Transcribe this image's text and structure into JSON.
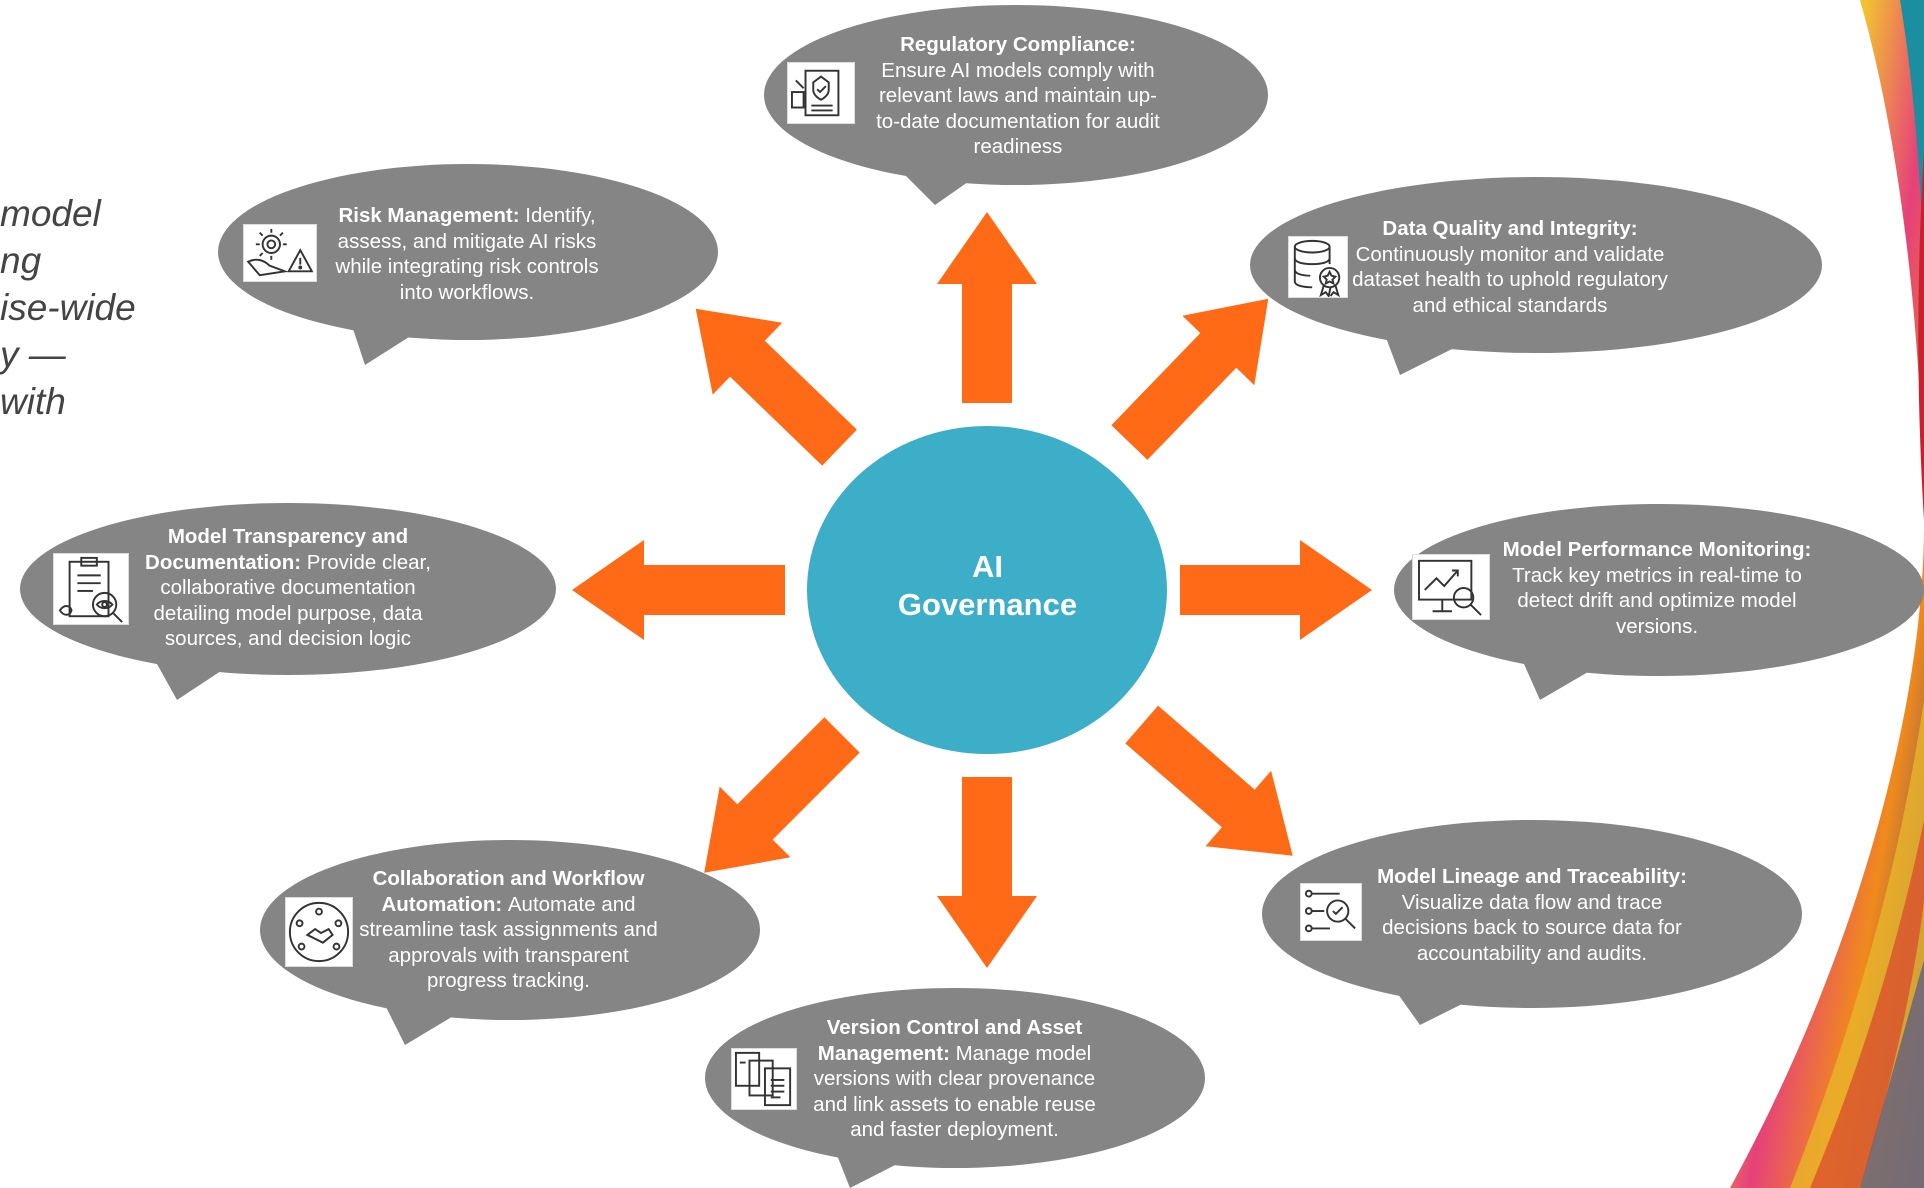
{
  "side_text": [
    "model",
    "ng",
    "ise-wide",
    "",
    "y —",
    "with"
  ],
  "hub": {
    "line1": "AI",
    "line2": "Governance",
    "color": "#3DAEC7"
  },
  "colors": {
    "bubble": "#858585",
    "arrow": "#FF6A17",
    "text": "#FFFFFF"
  },
  "nodes": [
    {
      "id": "regulatory-compliance",
      "title": "Regulatory Compliance:",
      "text": "Ensure AI models comply with relevant laws and maintain up-to-date documentation for audit readiness",
      "icon": "legal-document-icon"
    },
    {
      "id": "risk-management",
      "title": "Risk Management:",
      "text": "Identify, assess, and mitigate AI risks while integrating risk controls into workflows.",
      "icon": "risk-gear-icon"
    },
    {
      "id": "data-quality",
      "title": "Data Quality and Integrity:",
      "text": "Continuously monitor and validate dataset health to uphold regulatory and ethical standards",
      "icon": "database-badge-icon"
    },
    {
      "id": "model-transparency",
      "title": "Model Transparency and Documentation:",
      "text": "Provide clear, collaborative documentation detailing model purpose, data sources, and decision logic",
      "icon": "clipboard-eye-icon"
    },
    {
      "id": "model-performance",
      "title": "Model Performance Monitoring:",
      "text": "Track key metrics in real-time to detect drift and optimize model versions.",
      "icon": "monitor-chart-icon"
    },
    {
      "id": "collaboration",
      "title": "Collaboration and Workflow Automation:",
      "text": "Automate and streamline task assignments and approvals with transparent progress tracking.",
      "icon": "handshake-network-icon"
    },
    {
      "id": "model-lineage",
      "title": "Model Lineage and Traceability:",
      "text": "Visualize data flow and trace decisions back to source data for accountability and audits.",
      "icon": "lineage-search-icon"
    },
    {
      "id": "version-control",
      "title": "Version Control and Asset Management:",
      "text": "Manage model versions with clear provenance and link assets to enable reuse and faster deployment.",
      "icon": "documents-stack-icon"
    }
  ]
}
